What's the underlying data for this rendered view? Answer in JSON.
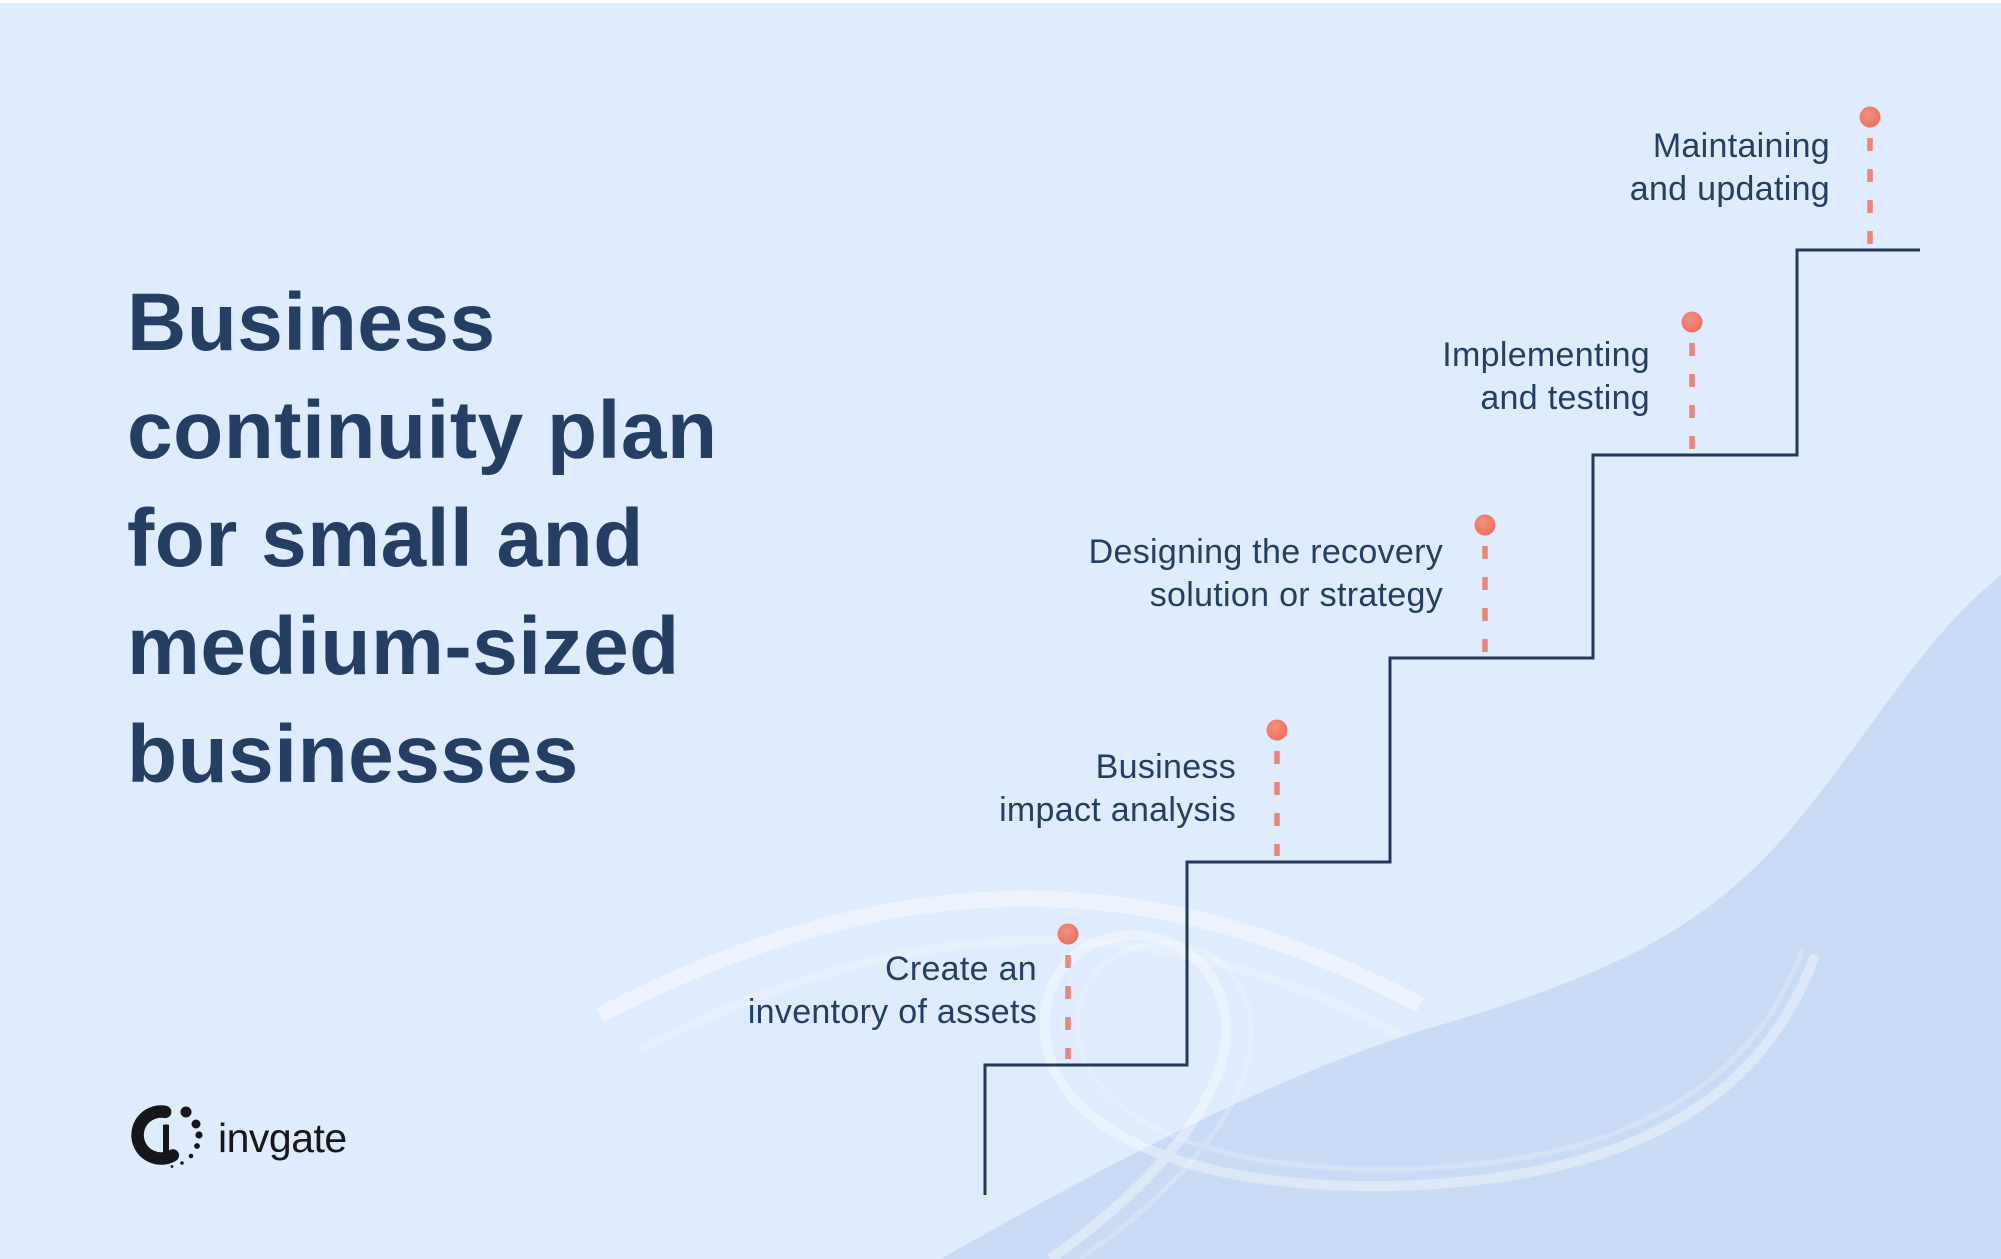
{
  "title": {
    "lines": [
      "Business",
      "continuity plan",
      "for small and",
      "medium-sized",
      "businesses"
    ]
  },
  "steps": [
    {
      "label_lines": [
        "Create an",
        "inventory of assets"
      ]
    },
    {
      "label_lines": [
        "Business",
        "impact analysis"
      ]
    },
    {
      "label_lines": [
        "Designing the recovery",
        "solution or strategy"
      ]
    },
    {
      "label_lines": [
        "Implementing",
        "and testing"
      ]
    },
    {
      "label_lines": [
        "Maintaining",
        "and updating"
      ]
    }
  ],
  "logo": {
    "brand": "invgate"
  },
  "colors": {
    "background": "#dfecfd",
    "wave": "#cadcf5",
    "navy_text": "#243e64",
    "stair_line": "#24395c",
    "accent_coral": "#ed7466",
    "logo_ink": "#16171b"
  }
}
